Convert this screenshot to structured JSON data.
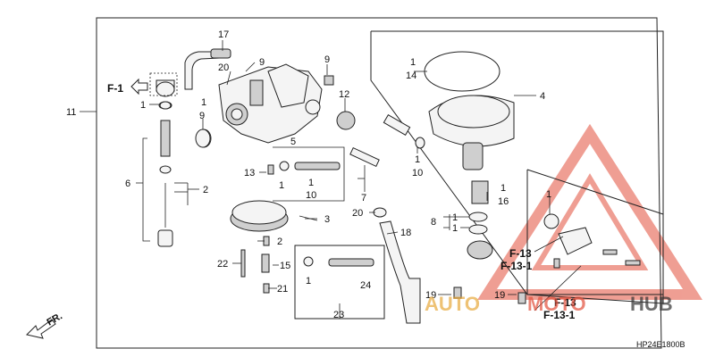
{
  "diagram_code": "HP24E1800B",
  "front_label": "FR.",
  "references": {
    "f1": "F-1",
    "f13": "F-13",
    "f13_1": "F-13-1"
  },
  "callouts": {
    "c1a": "1",
    "c1b": "1",
    "c1c": "1",
    "c1d": "1",
    "c1e": "1",
    "c1f": "1",
    "c1g": "1",
    "c1h": "1",
    "c1i": "1",
    "c1j": "1",
    "c1k": "1",
    "c2a": "2",
    "c2b": "2",
    "c3": "3",
    "c4": "4",
    "c5": "5",
    "c6": "6",
    "c7": "7",
    "c8": "8",
    "c9a": "9",
    "c9b": "9",
    "c9c": "9",
    "c10a": "10",
    "c10b": "10",
    "c11": "11",
    "c12": "12",
    "c13": "13",
    "c14": "14",
    "c15": "15",
    "c16": "16",
    "c17": "17",
    "c18": "18",
    "c19a": "19",
    "c19b": "19",
    "c20a": "20",
    "c20b": "20",
    "c21": "21",
    "c22": "22",
    "c23": "23",
    "c24": "24"
  },
  "watermark": {
    "auto": "AUTO",
    "moto": "MOTO",
    "hub": "HUB",
    "color": "#e2503c"
  }
}
